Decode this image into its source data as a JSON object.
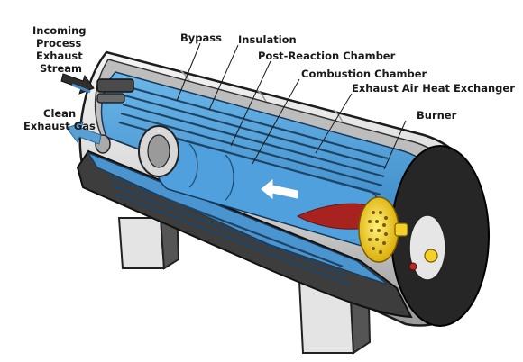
{
  "labels": {
    "incoming_1": "Incoming",
    "incoming_2": "Process",
    "incoming_3": "Exhaust",
    "incoming_4": "Stream",
    "clean_1": "Clean",
    "clean_2": "Exhaust Gas",
    "bypass": "Bypass",
    "insulation": "Insulation",
    "post_reaction": "Post-Reaction Chamber",
    "combustion": "Combustion Chamber",
    "heat_exchanger": "Exhaust Air Heat Exchanger",
    "burner": "Burner"
  },
  "colors": {
    "interior_blue": "#3a8ccc",
    "inner_blue_light": "#5aa9e0",
    "shell_dark": "#2d2d2d",
    "shell_light": "#e8e8e8",
    "insulation_fill": "#b8b8b8",
    "flame_red": "#a8231f",
    "burner_yellow": "#f2d22a",
    "arrow_out_blue": "#5a9fd4",
    "arrow_in_dark": "#333333"
  },
  "icons": {
    "flow_arrow_in": "incoming-flow-arrow-icon",
    "flow_arrow_out": "clean-flow-arrow-icon",
    "flow_arrow_internal": "internal-flow-arrow-icon"
  }
}
